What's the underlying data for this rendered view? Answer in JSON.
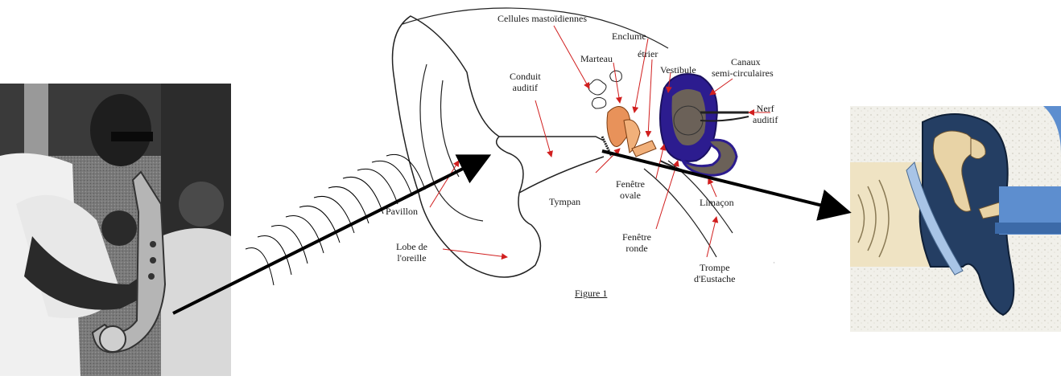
{
  "figure_caption": "Figure 1",
  "labels": {
    "cellules": "Cellules mastoïdiennes",
    "enclume": "Enclume",
    "marteau": "Marteau",
    "etrier": "étrier",
    "vestibule": "Vestibule",
    "canaux_1": "Canaux",
    "canaux_2": "semi-circulaires",
    "conduit_1": "Conduit",
    "conduit_2": "auditif",
    "nerf_1": "Nerf",
    "nerf_2": "auditif",
    "tympan": "Tympan",
    "fenetre_ovale_1": "Fenêtre",
    "fenetre_ovale_2": "ovale",
    "limacon": "Limaçon",
    "pavillon": "Pavillon",
    "fenetre_ronde_1": "Fenêtre",
    "fenetre_ronde_2": "ronde",
    "lobe_1": "Lobe de",
    "lobe_2": "l'oreille",
    "trompe_1": "Trompe",
    "trompe_2": "d'Eustache"
  },
  "colors": {
    "arrow": "#000000",
    "label_arrow": "#d11f1f",
    "ossicles": "#e8925a",
    "cochlea_fill": "#6b6158",
    "cochlea_outline": "#2c1c8f",
    "zoom_background": "#f1f0ea",
    "zoom_canal": "#efe3c3",
    "zoom_structure": "#243e63",
    "zoom_bone": "#e8d3a6",
    "zoom_membrane": "#a8c4e6",
    "zoom_tube": "#5d8ecf"
  },
  "icons": {
    "photo": "saxophone-player-photo",
    "zoom": "middle-ear-closeup-illustration"
  }
}
